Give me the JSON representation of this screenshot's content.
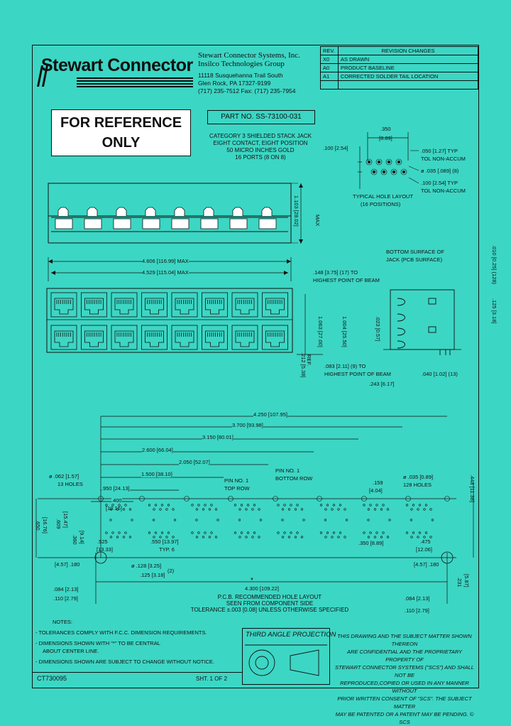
{
  "company": {
    "logo": "Stewart Connector",
    "name": "Stewart Connector Systems, Inc.",
    "group": "Insilco Technologies Group",
    "address1": "11118 Susquehanna Trail South",
    "address2": "Glen Rock, PA   17327-9199",
    "phone": "(717)  235-7512   Fax: (717)  235-7954"
  },
  "revisions": {
    "header_rev": "REV.",
    "header_changes": "REVISION CHANGES",
    "rows": [
      {
        "rev": "X0",
        "change": "AS DRAWN"
      },
      {
        "rev": "A0",
        "change": "PRODUCT BASELINE"
      },
      {
        "rev": "A1",
        "change": "CORRECTED SOLDER TAIL LOCATION"
      }
    ]
  },
  "reference_label": "FOR REFERENCE ONLY",
  "part_number": "PART NO. SS-73100-031",
  "description": [
    "CATEGORY 3 SHIELDED STACK JACK",
    "EIGHT CONTACT, EIGHT POSITION",
    "50 MICRO INCHES GOLD",
    "16 PORTS (8 ON 8)"
  ],
  "hole_layout": {
    "w350": ".350",
    "w350mm": "[8.89]",
    "h100": ".100 [2.54]",
    "t050": ".050 [1.27] TYP",
    "tol1": "TOL NON-ACCUM",
    "d035": "ø .035 [.089] (8)",
    "t100": ".100 [2.54] TYP",
    "tol2": "TOL NON-ACCUM",
    "cap1": "TYPICAL HOLE LAYOUT",
    "cap2": "(16 POSITIONS)"
  },
  "front_dims": {
    "h1103": "1.103 [28.02]",
    "max": "MAX",
    "w4606": "4.606 [116.99] MAX",
    "w4529": "4.529 [115.04] MAX",
    "ref": "REF.",
    "r212": ".212 [5.38]",
    "h1063": "1.063 [27.00]",
    "h1004": "1.004 [25.50]",
    "h023": ".023 [0.57]"
  },
  "side_dims": {
    "bottom1": "BOTTOM SURFACE OF",
    "bottom2": "JACK (PCB SURFACE)",
    "p148": ".148 [3.75] (17) TO",
    "highest1": "HIGHEST POINT OF BEAM",
    "p083": ".083 [2.11] (9) TO",
    "highest2": "HIGHEST POINT OF BEAM",
    "p040": ".040 [1.02] (13)",
    "p243": ".243 [6.17]",
    "p010": ".010 [0.25] (128)",
    "p125": ".125 [3.18]"
  },
  "pcb_dims": {
    "d4250": "4.250 [107.95]",
    "d3700": "3.700 [93.98]",
    "d3150": "3.150 [80.01]",
    "d2600": "2.600 [66.04]",
    "d2050": "2.050 [52.07]",
    "d1500": "1.500 [38.10]",
    "d950": ".950 [24.13]",
    "d400": ".400",
    "d400mm": "[10.16]",
    "h062a": "ø .062 [1.57]",
    "h062b": "13 HOLES",
    "pin1a": "PIN NO. 1",
    "pin1b": "TOP ROW",
    "pin2a": "PIN NO. 1",
    "pin2b": "BOTTOM ROW",
    "d159": ".159",
    "d159mm": "[4.04]",
    "h035a": "ø .035 [0.89]",
    "h035b": "128 HOLES",
    "d448": ".448 [11.38]",
    "d650": ".650",
    "d650mm": "[16.76]",
    "d609": ".609",
    "d609mm": "[15.47]",
    "d360": ".360",
    "d360mm": "[9.14]",
    "d525": ".525",
    "d525mm": "[13.33]",
    "d550": ".550 [13.97]",
    "typ6": "TYP. 6",
    "d350": ".350 [8.89]",
    "d475": ".475",
    "d475mm": "[12.06]",
    "d180a": "[4.57] .180",
    "d180b": "[4.57] .180",
    "d128": "ø .128 [3.25]",
    "d125": ".125 [3.18]",
    "d125n": "(2)",
    "d231": ".231",
    "d231mm": "[5.87]",
    "d4300": "4.300 [109.22]",
    "d084a": ".084 [2.13]",
    "d110a": ".110 [2.79]",
    "d084b": ".084 [2.13]",
    "d110b": ".110 [2.79]",
    "star": "*"
  },
  "pcb_caption": [
    "P.C.B. RECOMMENDED HOLE LAYOUT",
    "SEEN FROM COMPONENT SIDE",
    "TOLERANCE ±.003 [0.08] UNLESS OTHERWISE SPECIFIED"
  ],
  "notes": {
    "title": "NOTES:",
    "n1": "- TOLERANCES COMPLY WITH F.C.C. DIMENSION REQUIREMENTS.",
    "n2a": "- DIMENSIONS SHOWN WITH \"*\" TO BE CENTRAL",
    "n2b": "  ABOUT CENTER LINE.",
    "n3": "- DIMENSIONS SHOWN ARE SUBJECT TO CHANGE WITHOUT NOTICE."
  },
  "projection": "THIRD ANGLE PROJECTION",
  "confidential": [
    "THIS DRAWING AND THE SUBJECT MATTER SHOWN THEREON",
    "ARE CONFIDENTIAL AND THE PROPRIETARY PROPERTY OF",
    "STEWART CONNECTOR SYSTEMS (\"SCS\") AND SHALL NOT BE",
    "REPRODUCED,COPIED OR USED IN ANY MANNER WITHOUT",
    "PRIOR WRITTEN CONSENT OF \"SCS\".  THE SUBJECT MATTER",
    "MAY BE PATENTED OR A PATENT MAY BE PENDING.  © SCS"
  ],
  "drawing_no": "CT730095",
  "sheet": "SHT. 1 OF 2"
}
